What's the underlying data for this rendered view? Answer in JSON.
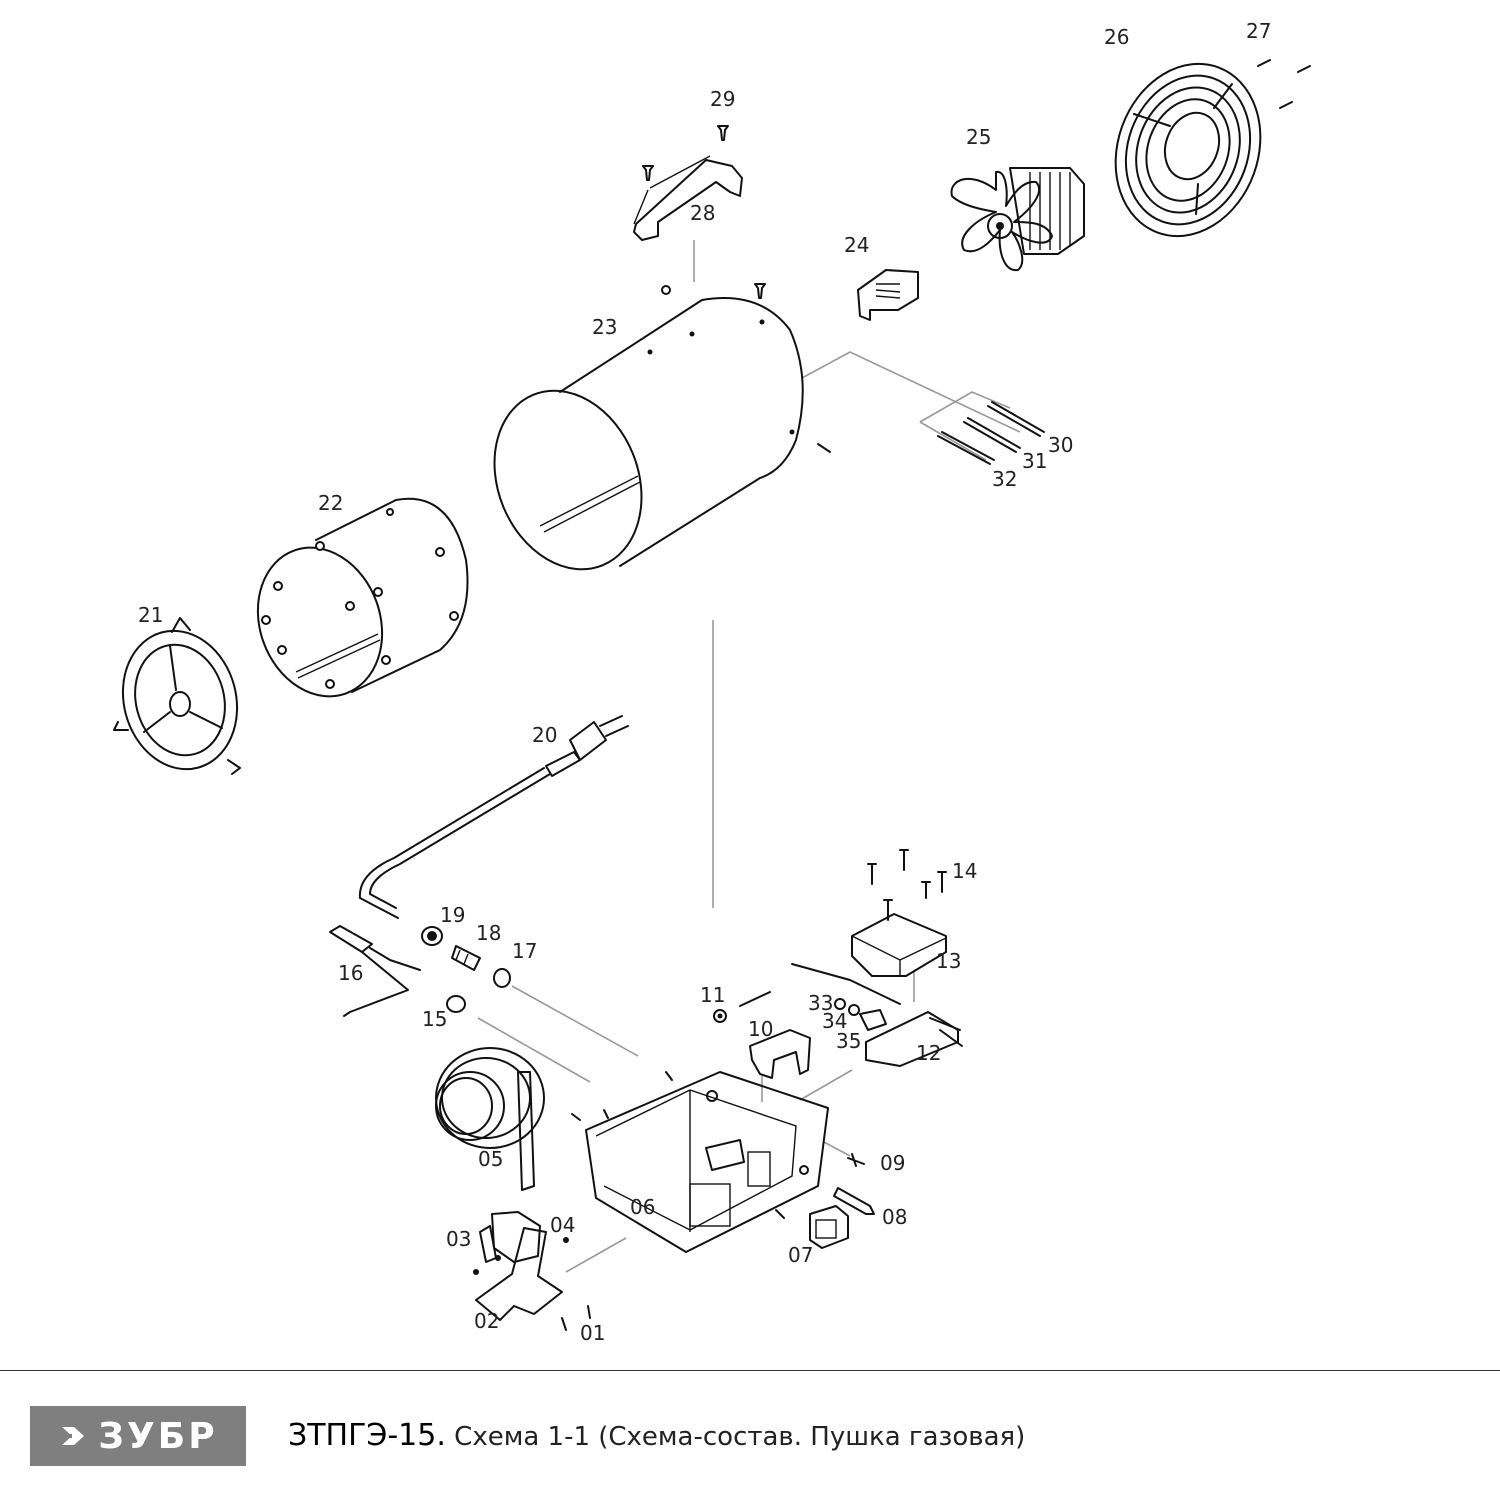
{
  "diagram": {
    "callouts": [
      {
        "id": "p01",
        "label": "01"
      },
      {
        "id": "p02",
        "label": "02"
      },
      {
        "id": "p03",
        "label": "03"
      },
      {
        "id": "p04",
        "label": "04"
      },
      {
        "id": "p05",
        "label": "05"
      },
      {
        "id": "p06",
        "label": "06"
      },
      {
        "id": "p07",
        "label": "07"
      },
      {
        "id": "p08",
        "label": "08"
      },
      {
        "id": "p09",
        "label": "09"
      },
      {
        "id": "p10",
        "label": "10"
      },
      {
        "id": "p11",
        "label": "11"
      },
      {
        "id": "p12",
        "label": "12"
      },
      {
        "id": "p13",
        "label": "13"
      },
      {
        "id": "p14",
        "label": "14"
      },
      {
        "id": "p15",
        "label": "15"
      },
      {
        "id": "p16",
        "label": "16"
      },
      {
        "id": "p17",
        "label": "17"
      },
      {
        "id": "p18",
        "label": "18"
      },
      {
        "id": "p19",
        "label": "19"
      },
      {
        "id": "p20",
        "label": "20"
      },
      {
        "id": "p21",
        "label": "21"
      },
      {
        "id": "p22",
        "label": "22"
      },
      {
        "id": "p23",
        "label": "23"
      },
      {
        "id": "p24",
        "label": "24"
      },
      {
        "id": "p25",
        "label": "25"
      },
      {
        "id": "p26",
        "label": "26"
      },
      {
        "id": "p27",
        "label": "27"
      },
      {
        "id": "p28",
        "label": "28"
      },
      {
        "id": "p29",
        "label": "29"
      },
      {
        "id": "p30",
        "label": "30"
      },
      {
        "id": "p31",
        "label": "31"
      },
      {
        "id": "p32",
        "label": "32"
      },
      {
        "id": "p33",
        "label": "33"
      },
      {
        "id": "p34",
        "label": "34"
      },
      {
        "id": "p35",
        "label": "35"
      }
    ]
  },
  "footer": {
    "logo_text": "ЗУБР",
    "logo_color": "#7f7f7f",
    "model": "ЗТПГЭ-15.",
    "caption": "Схема 1-1 (Схема-состав. Пушка газовая)"
  }
}
